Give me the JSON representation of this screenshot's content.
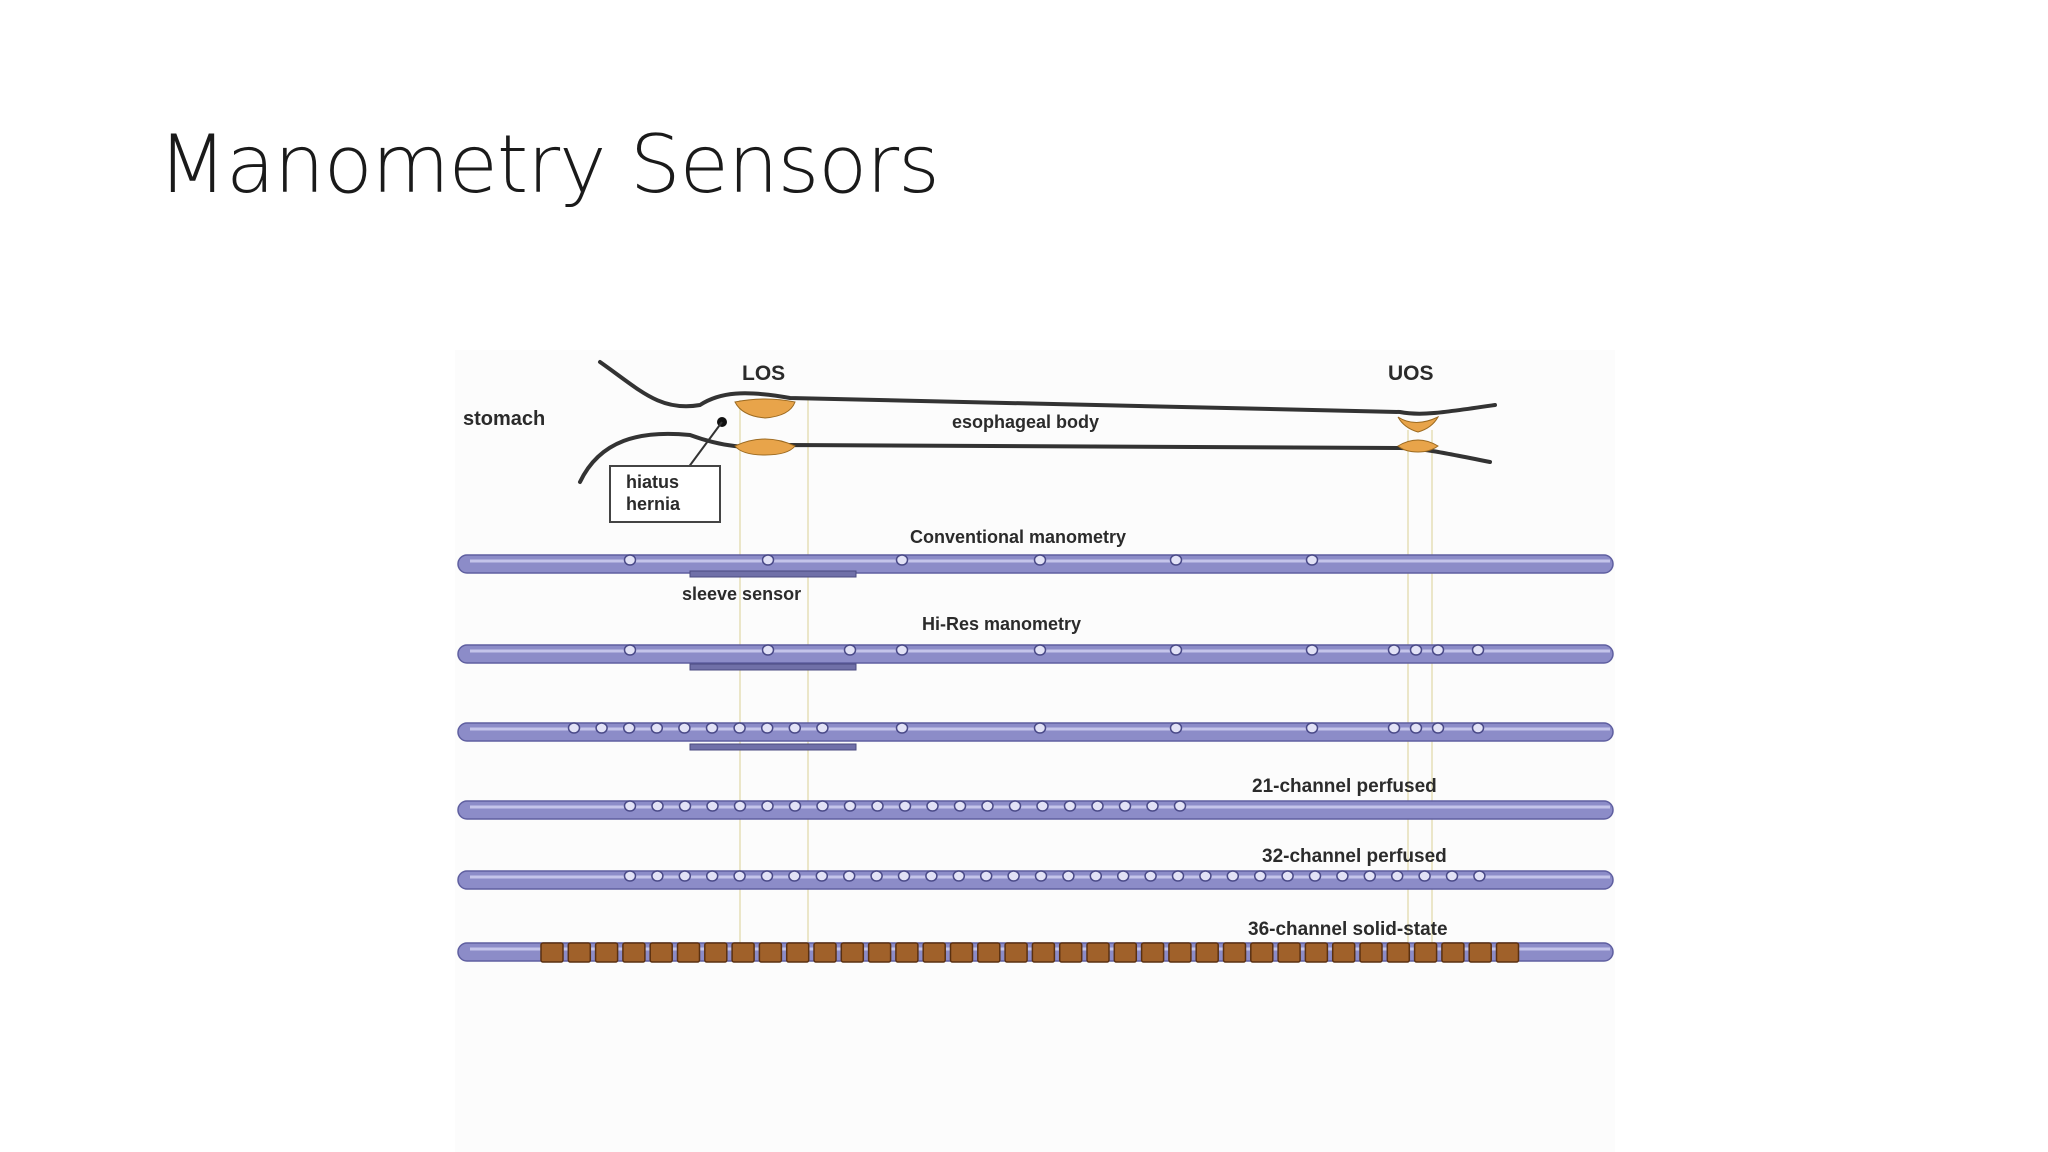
{
  "slide": {
    "title": "Manometry Sensors"
  },
  "anatomy": {
    "stomach": "stomach",
    "los": "LOS",
    "uos": "UOS",
    "esophageal_body": "esophageal body",
    "hiatus_line1": "hiatus",
    "hiatus_line2": "hernia"
  },
  "catheters": {
    "conventional": "Conventional manometry",
    "sleeve": "sleeve sensor",
    "hires": "Hi-Res manometry",
    "ch21": "21-channel perfused",
    "ch32": "32-channel perfused",
    "ch36": "36-channel solid-state"
  },
  "colors": {
    "catheter": "#8c8cc8",
    "catheter_edge": "#5f5fa0",
    "sphincter": "#e8a44a",
    "solid_state_sensor": "#a0612a"
  }
}
